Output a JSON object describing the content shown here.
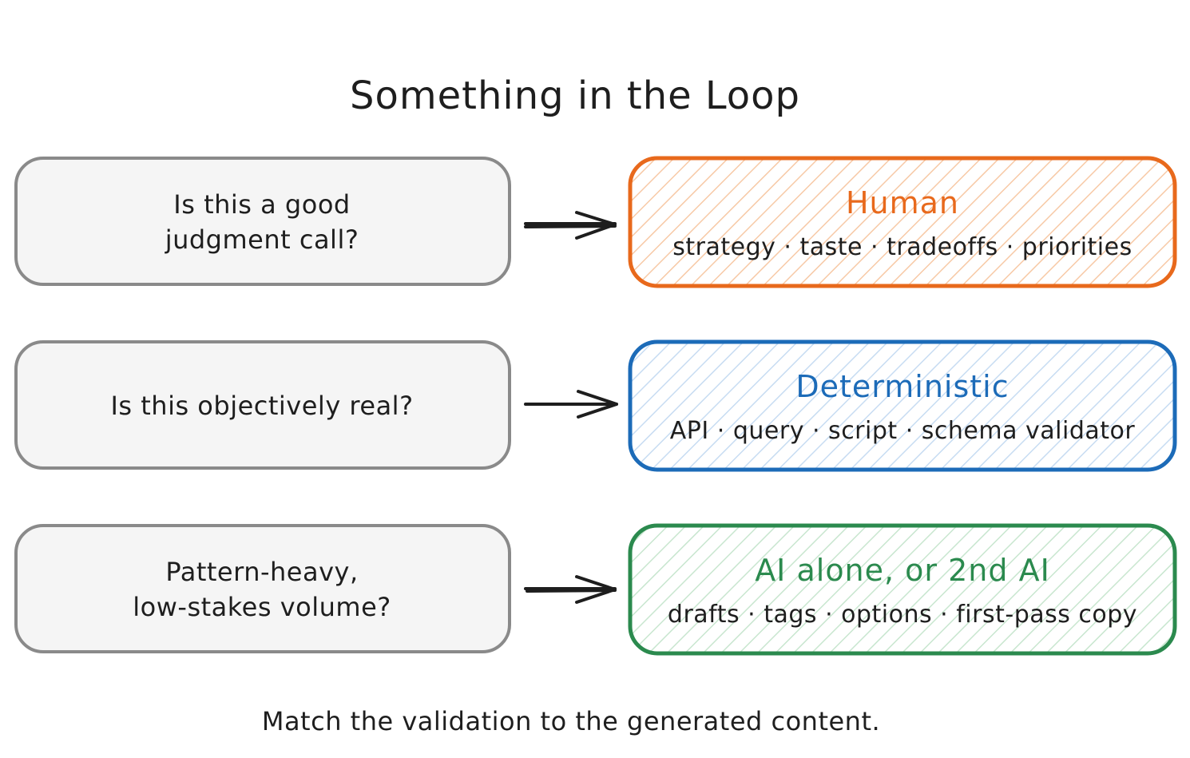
{
  "title": "Something in the Loop",
  "rows": [
    {
      "question": "Is this a good\njudgment call?",
      "answer_title": "Human",
      "answer_items": "strategy · taste · tradeoffs · priorities",
      "color": "#e8691c"
    },
    {
      "question": "Is this objectively real?",
      "answer_title": "Deterministic",
      "answer_items": "API · query · script · schema validator",
      "color": "#1c6bb8"
    },
    {
      "question": "Pattern-heavy,\nlow-stakes volume?",
      "answer_title": "AI alone, or 2nd AI",
      "answer_items": "drafts · tags · options · first-pass copy",
      "color": "#2b8a4e"
    }
  ],
  "footer": "Match the validation to the generated content.",
  "colors": {
    "question_border": "#8a8a8a",
    "question_fill": "#f5f5f5",
    "text": "#1e1e1e"
  }
}
